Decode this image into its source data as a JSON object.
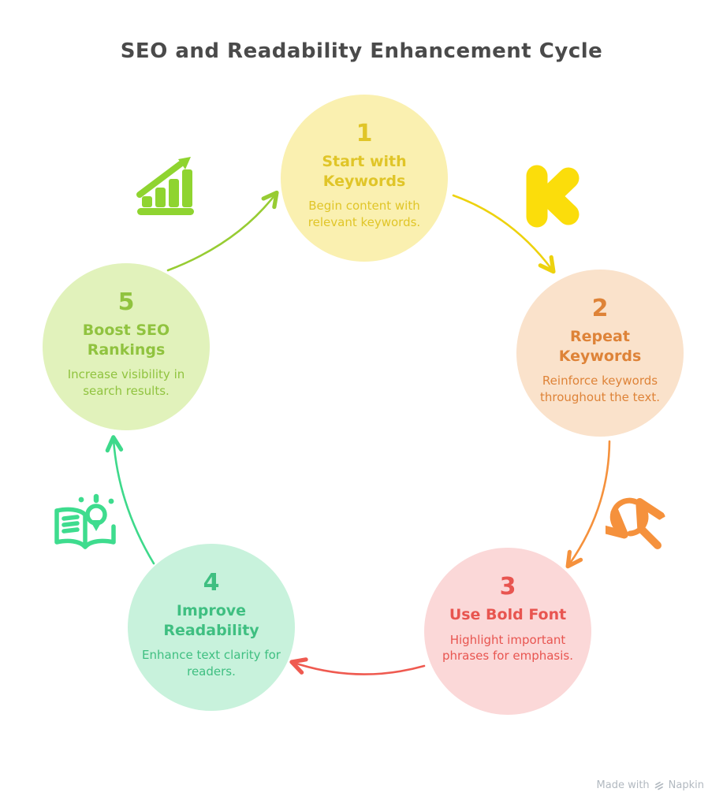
{
  "title": "SEO and Readability Enhancement Cycle",
  "title_color": "#4A4A4A",
  "nodes": [
    {
      "number": "1",
      "title": "Start with Keywords",
      "description": "Begin content with relevant keywords.",
      "fill": "#FAF0B0",
      "color": "#E0C528"
    },
    {
      "number": "2",
      "title": "Repeat Keywords",
      "description": "Reinforce keywords throughout the text.",
      "fill": "#FAE2CB",
      "color": "#DE8338"
    },
    {
      "number": "3",
      "title": "Use Bold Font",
      "description": "Highlight important phrases for emphasis.",
      "fill": "#FBD8D8",
      "color": "#E85550"
    },
    {
      "number": "4",
      "title": "Improve Readability",
      "description": "Enhance text clarity for readers.",
      "fill": "#C8F2DC",
      "color": "#3FBF81"
    },
    {
      "number": "5",
      "title": "Boost SEO Rankings",
      "description": "Increase visibility in search results.",
      "fill": "#E1F2BB",
      "color": "#90C33F"
    }
  ],
  "icons": [
    {
      "name": "growth-chart-icon",
      "color": "#8FD430"
    },
    {
      "name": "letter-k-icon",
      "color": "#FBDD0B"
    },
    {
      "name": "refresh-search-icon",
      "color": "#F5913C"
    },
    {
      "name": "book-idea-icon",
      "color": "#3EDC8E"
    }
  ],
  "arrows": [
    {
      "name": "arrow-1-to-2",
      "color": "#EDD20E"
    },
    {
      "name": "arrow-2-to-3",
      "color": "#F5913C"
    },
    {
      "name": "arrow-3-to-4",
      "color": "#EF5A50"
    },
    {
      "name": "arrow-4-to-5",
      "color": "#3ED98B"
    },
    {
      "name": "arrow-5-to-1",
      "color": "#97CC33"
    }
  ],
  "footer": {
    "made_with": "Made with",
    "brand": "Napkin"
  }
}
